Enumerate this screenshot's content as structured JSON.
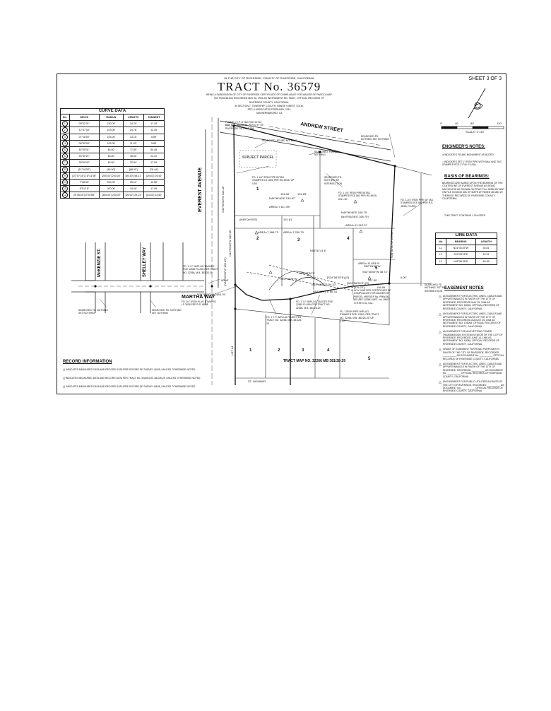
{
  "title": {
    "line1": "IN THE CITY OF RIVERSIDE, COUNTY OF RIVERSIDE, CALIFORNIA",
    "name": "TRACT No. 36579",
    "sub1": "BEING A SUBDIVISION OF CITY OF RIVERSIDE CERTIFICATE OF COMPLIANCE FOR WAIVER OF PARCEL MAP",
    "sub2": "NO. PMW-66-801 RECORDED MAY 26, 1991 AS INSTRUMENT NO. 95007, OFFICIAL RECORDS OF",
    "sub3": "RIVERSIDE COUNTY, CALIFORNIA.",
    "sub4": "IN SECTION 7, TOWNSHIP 3 SOUTH, RANGE 5 WEST, S.B.M.",
    "sub5": "PDC & ASSOCIATES          FEBRUARY, 2014",
    "sub6": "SAN BERNARDINO, CA"
  },
  "sheet": "SHEET 3 OF 3",
  "scale": {
    "ticks": [
      "0'",
      "40'",
      "80'",
      "120'"
    ],
    "label": "SCALE: 1\"=40'"
  },
  "curve_data": {
    "caption": "CURVE DATA",
    "headers": [
      "No.",
      "DELTA",
      "RADIUS",
      "LENGTH",
      "TANGENT"
    ],
    "rows": [
      [
        "1",
        "08°32'31\"",
        "230.00'",
        "34.29'",
        "17.18'"
      ],
      [
        "2",
        "12°47'04\"",
        "103.00'",
        "24.78'",
        "12.45'"
      ],
      [
        "3",
        "07°18'00\"",
        "103.00'",
        "13.15'",
        "6.59'"
      ],
      [
        "4",
        "06°59'04\"",
        "103.00'",
        "11.63'",
        "5.83'"
      ],
      [
        "5",
        "82°05'31\"",
        "48.00'",
        "77.85'",
        "50.48'"
      ],
      [
        "6",
        "53°40'21\"",
        "48.00'",
        "45.00'",
        "24.31'"
      ],
      [
        "7",
        "39°09'42\"",
        "45.00'",
        "32.84'",
        "17.09'"
      ],
      [
        "8",
        "[11°04'28\"]",
        "[45.00']",
        "[88.00']",
        "[78.44']"
      ],
      [
        "9",
        "[10°07'24\"] 16°41'46\"",
        "[200.00'] 200.00'",
        "[59.19'] 58.21'",
        "[29.81'] 29.52'"
      ],
      [
        "10",
        "7°08'30\"",
        "200.00'",
        "25.12'",
        "12.56'"
      ],
      [
        "11",
        "9°51'15\"",
        "200.00'",
        "34.09'",
        "17.09'"
      ],
      [
        "12",
        "[8°45'18\"] 8°20'58\"",
        "[300.00'] 200.00'",
        "[26.92'] 29.13'",
        "[14.52'] 14.60'"
      ]
    ]
  },
  "line_data": {
    "caption": "LINE DATA",
    "headers": [
      "No.",
      "BEARING",
      "LENGTH"
    ],
    "rows": [
      [
        "L1",
        "N34°34'25\"W",
        "30.81'"
      ],
      [
        "L2",
        "S24°06'25\"E",
        "10.51'"
      ],
      [
        "L3",
        "N49°56'46\"E",
        "40.99'"
      ]
    ]
  },
  "engineers_notes": {
    "title": "ENGINEER'S NOTES:",
    "items": [
      "INDICATES FOUND MONUMENT AS NOTED.",
      "INDICATES SET 1\" IRON PIPE WITH NAIL AND TAG STAMPED RCE 21740, FLUSH."
    ]
  },
  "basis_of_bearings": {
    "title": "BASIS OF BEARINGS:",
    "text": "BEARINGS ARE BASED UPON THE BEARING OF THE CENTERLINE OF EVEREST AVENUE AS BEING N34°00'00\"W AS SHOWN ON TRACT No. 32266 BY MAP ON FILE IN BOOK 381 OF MAPS AT PAGES 28 AND 29 THEREOF, RECORDS OF RIVERSIDE COUNTY, CALIFORNIA.",
    "acres": "THIS TRACT CONTAINS 1.15 ACRES"
  },
  "easement_notes": {
    "title": "EASEMENT NOTES",
    "items": [
      "AN EASEMENT FOR ELECTRIC LINES, CABLES AND APPURTENANCES IN FAVOR OF THE CITY OF RIVERSIDE, RECORDED MAY 26, 1964 AS INSTRUMENT NO. 66326, OFFICIAL RECORDS OF RIVERSIDE COUNTY, CALIFORNIA.",
      "AN EASEMENT FOR ELECTRIC LINES, CABLES AND APPURTENANCES IN FAVOR OF THE CITY OF RIVERSIDE, RECORDED AUGUST 25, 1964 AS INSTRUMENT NO. 105265, OFFICIAL RECORDS OF RIVERSIDE COUNTY, CALIFORNIA.",
      "AN EASEMENT FOR AN ELECTRIC POWER TRANSMISSION SYSTEM IN FAVOR OF THE CITY OF RIVERSIDE, RECORDED JUNE 14, 1960 AS INSTRUMENT NO. 53084, OFFICIAL RECORDS OF RIVERSIDE COUNTY, CALIFORNIA.",
      "GRANT OF EASEMENT FOR ROAD PURPOSES IN FAVOR OF THE CITY OF RIVERSIDE, RECORDED __________ AS DOCUMENT No. __________ OFFICIAL RECORDS OF RIVERSIDE COUNTY, CALIFORNIA.",
      "AN EASEMENT FOR ELECTRIC LINES, CABLES AND APPURTENANCES IN FAVOR OF THE CITY OF RIVERSIDE, RECORDED __________ AS DOCUMENT No. __________ OFFICIAL RECORDS OF RIVERSIDE COUNTY, CALIFORNIA.",
      "AN EASEMENT FOR PUBLIC UTILITIES IN FAVOR OF THE CITY OF RIVERSIDE, RECORDED __________ AS DOCUMENT No. __________ OFFICIAL RECORDS OF RIVERSIDE COUNTY, CALIFORNIA."
    ]
  },
  "record_information": {
    "title": "RECORD INFORMATION",
    "items": [
      "( )   INDICATES MEASURED DATA AND RECORD DATA PER RECORD OF SURVEY 45/25, UNLESS OTHERWISE NOTED.",
      "[ ]   INDICATES MEASURED DATA AND RECORD DATA PER TRACT No. 32266 M.B. 381/28-29, UNLESS OTHERWISE NOTED.",
      "{ }   INDICATES MEASURED DATA AND RECORD DATA PER RECORD OF SURVEY 68/48, UNLESS OTHERWISE NOTED."
    ]
  },
  "streets": {
    "everest": "EVEREST AVENUE",
    "andrew": "ANDREW STREET",
    "mckenzie": "McKENZIE ST.",
    "shelley": "SHELLEY WAY",
    "martha": "MARTHA WAY"
  },
  "lots": [
    "1",
    "2",
    "3",
    "4",
    "5"
  ],
  "lower_lots": [
    "1",
    "2",
    "3",
    "4",
    "5"
  ],
  "areas": {
    "a1": "AREA=7,617.89",
    "a2": "AREA=7,168.73",
    "a3": "AREA=7,230.79",
    "a4": "AREA=11,312.07",
    "a5": "AREA=11,653.91"
  },
  "map_labels": {
    "found1": "FOUND 1\" I.P. & TAG RCE 21740 PER M.B. 381/28-29, PER CITY OF RIVERSIDE TIE PLAT 186",
    "searched1": "SEARCHED, FOUND NOTHING",
    "searched2": "SEARCHED, FOUND NOTHING",
    "searched3": "SEARCHED FD. NOTHING SET NOTHING",
    "searched4": "SEARCHED FD. NOTHING BY INTERSECTION",
    "fd_pipe1": "FD. 1 1/4\" IRON PIPE W/TAG STAMPED LS 2501 PER RS 45/25, UP 0.50'",
    "fd_pipe2": "FD. 1 1/4\" IRON PIPE W/TAG STAMPED RCE 862 PER RS 45/25, DN 1.50'",
    "fd_pipe3": "FD. 1-1/4\" IRON PIPE W/ TAG STAMPED RCE 862 PER R.S. 45/25, FLUSH.",
    "fd_ip1": "FD. 1\" I.P. W/PLUG TAGGED RCE 12562 FLUSH PER TRACT NO. 32266, M.B. 381/28-29",
    "fd_plug": "FD. 3/4\" IRON PLUG STAMPED LS 3018 PER R.S. 68/48",
    "fd_ip2": "FD. 1\" I.P. W/PLUG FLUSH PER TRACT NO. 32266, M.B. 381/28-29",
    "fd_ip3": "FD. 1\" I.P. W/PLUG TAGGED RCE 12562 FLUSH PER TRACT NO. 32266, M.B. 381/28-29",
    "fd_pipe4": "FD. 1\"IRON PIPE W/PLUG STAMPED RCE 12562, PER TRACT NO. 32266, M.B. 381/28-29, UP 0.15'.",
    "coc": "W'LY LINE PER CERTIFICATE OF COMPLIANCE FOR WAIVER OF PARCEL MERGER No. PMW-66-801,REC.5/2581 INST. No. 95007, O.R.RIV.CO.,CAL.",
    "searched5": "SEARCHED FD. NOTHING, SET BY INTERSECTION",
    "searched6": "SEARCHED FD. NOTHING SET NOTHING",
    "searched7": "SEARCHED FD. NOTHING SET NOTHING",
    "stamped_fence": "SUBJECT PARCEL",
    "tract_below": "TRACT MAP NO. 32266 MB 381/28-29",
    "lot_a": "LOT 44",
    "b1": "N49°56'46\"E 165.75'",
    "b2": "(N49°56'46\"E 165.75')",
    "b3": "N34°00'00\"W 304.49'",
    "b4": "N34°00'00\"W 156.05'",
    "b5": "(N34°00'00\"W 156.49')",
    "b6": "N34°00'00\"W 153.13'",
    "b7": "S52°26'00\"W",
    "b8": "N49°56'46\"E 133.87'",
    "b9": "131.89'",
    "b10": "132.00'",
    "b11": "131.81'",
    "b12": "(N49°00'00\"E)",
    "b13": "N53°51'41\"E",
    "b14": "S52°26'00\"W 38.74'",
    "b15": "[S24°06'25\"E] (S)",
    "b16": "[119.22']",
    "b17": "116.89'",
    "b18": "257.50'",
    "b19": "N53°44'47\"E 80.33",
    "b20": "N53°39'41\"E 80.33",
    "b21": "N55°18'50\"E",
    "b22": "[S24°06'25\"E] (S)",
    "b23": "S24°06'25\"W",
    "b24": "90.00'",
    "b25": "6.00'",
    "b26": "ST. HIGHWAY",
    "b27": "N34°00'00\"W 1484.79'"
  }
}
